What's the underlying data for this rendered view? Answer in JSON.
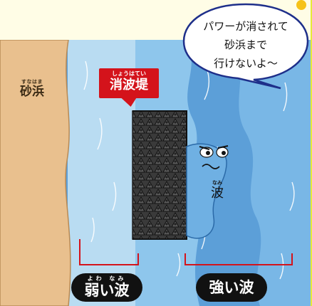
{
  "sand": {
    "ruby": "すなはま",
    "label": "砂浜"
  },
  "breakwater": {
    "ruby": "しょうはてい",
    "label": "消波堤"
  },
  "wave": {
    "ruby": "なみ",
    "label": "波"
  },
  "weak_wave": {
    "ruby": "よわ なみ",
    "label": "弱い波"
  },
  "strong_wave": {
    "label": "強い波"
  },
  "speech_bubble": {
    "line1": "パワーが消されて",
    "line2": "砂浜まで",
    "line3": "行けないよ〜"
  },
  "colors": {
    "sand": "#e9c08e",
    "sea": "#5c9fd8",
    "breakwater_label": "#d4131b",
    "bracket": "#d4131b",
    "accent_dot": "#f6c21a"
  }
}
